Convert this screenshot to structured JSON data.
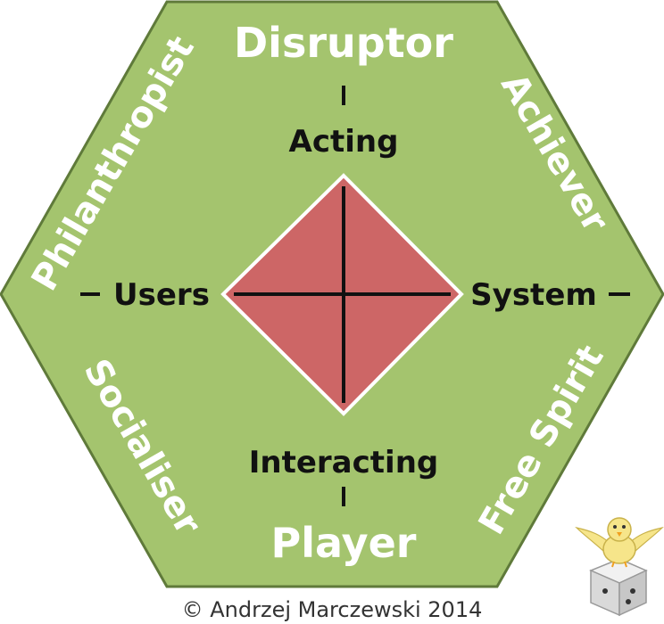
{
  "colors": {
    "hexagon_fill": "#a4c46e",
    "hexagon_stroke": "#5f7a3a",
    "diamond_fill": "#cd6666",
    "player_type_text": "#ffffff",
    "axis_text": "#111111"
  },
  "player_types": {
    "top": "Disruptor",
    "top_left": "Philanthropist",
    "top_right": "Achiever",
    "bottom_left": "Socialiser",
    "bottom_right": "Free Spirit",
    "bottom": "Player"
  },
  "axes": {
    "top": "Acting",
    "bottom": "Interacting",
    "left": "Users",
    "right": "System"
  },
  "mascot_icon": "chick-on-dice-icon",
  "credit": "© Andrzej Marczewski 2014"
}
